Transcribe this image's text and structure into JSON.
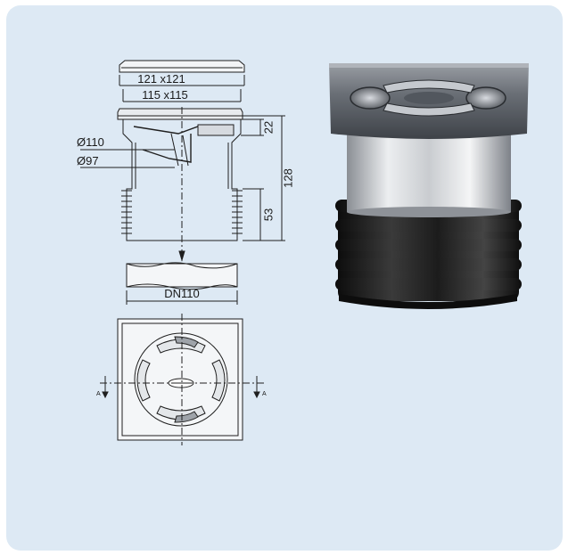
{
  "drawing": {
    "dim_top_outer": "121 x121",
    "dim_top_inner": "115 x115",
    "dim_diam_outer": "Ø110",
    "dim_diam_inner": "Ø97",
    "dim_grate_height": "22",
    "dim_total_height": "128",
    "dim_socket_height": "53",
    "dim_pipe": "DN110",
    "section_mark_left": "A",
    "section_mark_right": "A"
  },
  "colors": {
    "card_bg": "#dde9f4",
    "line": "#1f1f1f",
    "metal_dark": "#5a5f66",
    "rubber": "#1b1b1b"
  }
}
